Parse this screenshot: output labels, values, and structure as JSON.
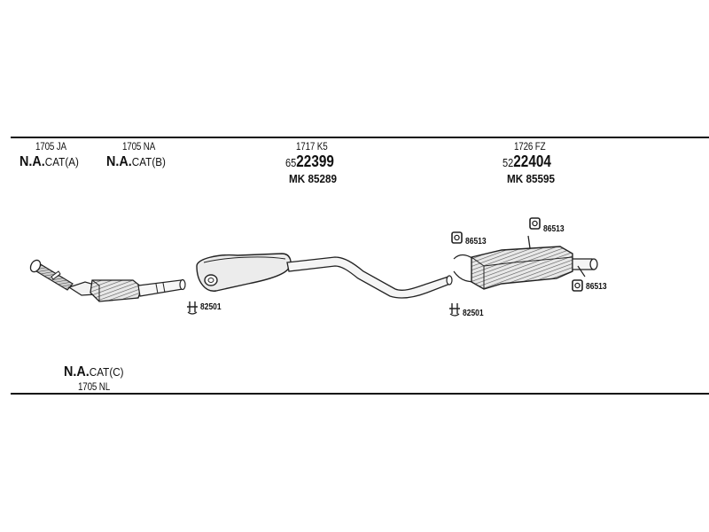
{
  "top_row": {
    "cat_a": {
      "code": "1705 JA",
      "na": "N.A.",
      "cat": "CAT(A)"
    },
    "cat_b": {
      "code": "1705 NA",
      "na": "N.A.",
      "cat": "CAT(B)"
    },
    "middle_muffler": {
      "code": "1717 K5",
      "prefix": "65",
      "number": "22399",
      "mk": "MK  85289"
    },
    "rear_muffler": {
      "code": "1726 FZ",
      "prefix": "52",
      "number": "22404",
      "mk": "MK  85595"
    }
  },
  "clamps": {
    "clamp_left": "82501",
    "clamp_right": "82501"
  },
  "rubbers": {
    "rubber_left": "86513",
    "rubber_top": "86513",
    "rubber_right": "86513"
  },
  "bottom_row": {
    "cat_c": {
      "na": "N.A.",
      "cat": "CAT(C)",
      "code": "1705 NL"
    }
  }
}
